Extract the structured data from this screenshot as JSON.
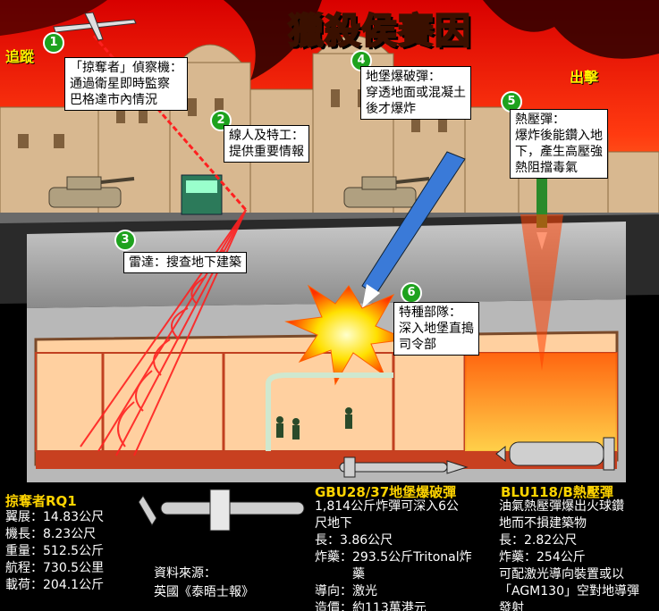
{
  "title": "獵殺侯賽因",
  "labels": {
    "track": "追蹤",
    "strike": "出擊"
  },
  "callouts": [
    {
      "num": "1",
      "lines": [
        "「掠奪者」偵察機：",
        "通過衛星即時監察",
        "巴格達市內情況"
      ]
    },
    {
      "num": "2",
      "lines": [
        "線人及特工：",
        "提供重要情報"
      ]
    },
    {
      "num": "3",
      "lines": [
        "雷達：搜查地下建築"
      ]
    },
    {
      "num": "4",
      "lines": [
        "地堡爆破彈：",
        "穿透地面或混凝土",
        "後才爆炸"
      ]
    },
    {
      "num": "5",
      "lines": [
        "熱壓彈：",
        "爆炸後能鑽入地",
        "下，產生高壓強",
        "熱阻擋毒氣"
      ]
    },
    {
      "num": "6",
      "lines": [
        "特種部隊：",
        "深入地堡直搗",
        "司令部"
      ]
    }
  ],
  "predator": {
    "heading": "掠奪者RQ1",
    "rows": [
      "翼展：14.83公尺",
      "機長：8.23公尺",
      "重量：512.5公斤",
      "航程：730.5公里",
      "載荷：204.1公斤"
    ]
  },
  "gbu": {
    "heading": "GBU28/37地堡爆破彈",
    "rows": [
      "1,814公斤炸彈可深入6公",
      "尺地下",
      "長：3.86公尺",
      "炸藥：293.5公斤Tritonal炸",
      "　　　藥",
      "導向：激光",
      "造價：約113萬港元"
    ]
  },
  "blu": {
    "heading": "BLU118/B熱壓彈",
    "rows": [
      "油氣熱壓彈爆出火球鑽",
      "地而不損建築物",
      "長：2.82公尺",
      "炸藥：254公斤",
      "可配激光導向裝置或以",
      "「AGM130」空對地導彈",
      "發射"
    ]
  },
  "source": [
    "資料來源：",
    "英國《泰晤士報》"
  ]
}
